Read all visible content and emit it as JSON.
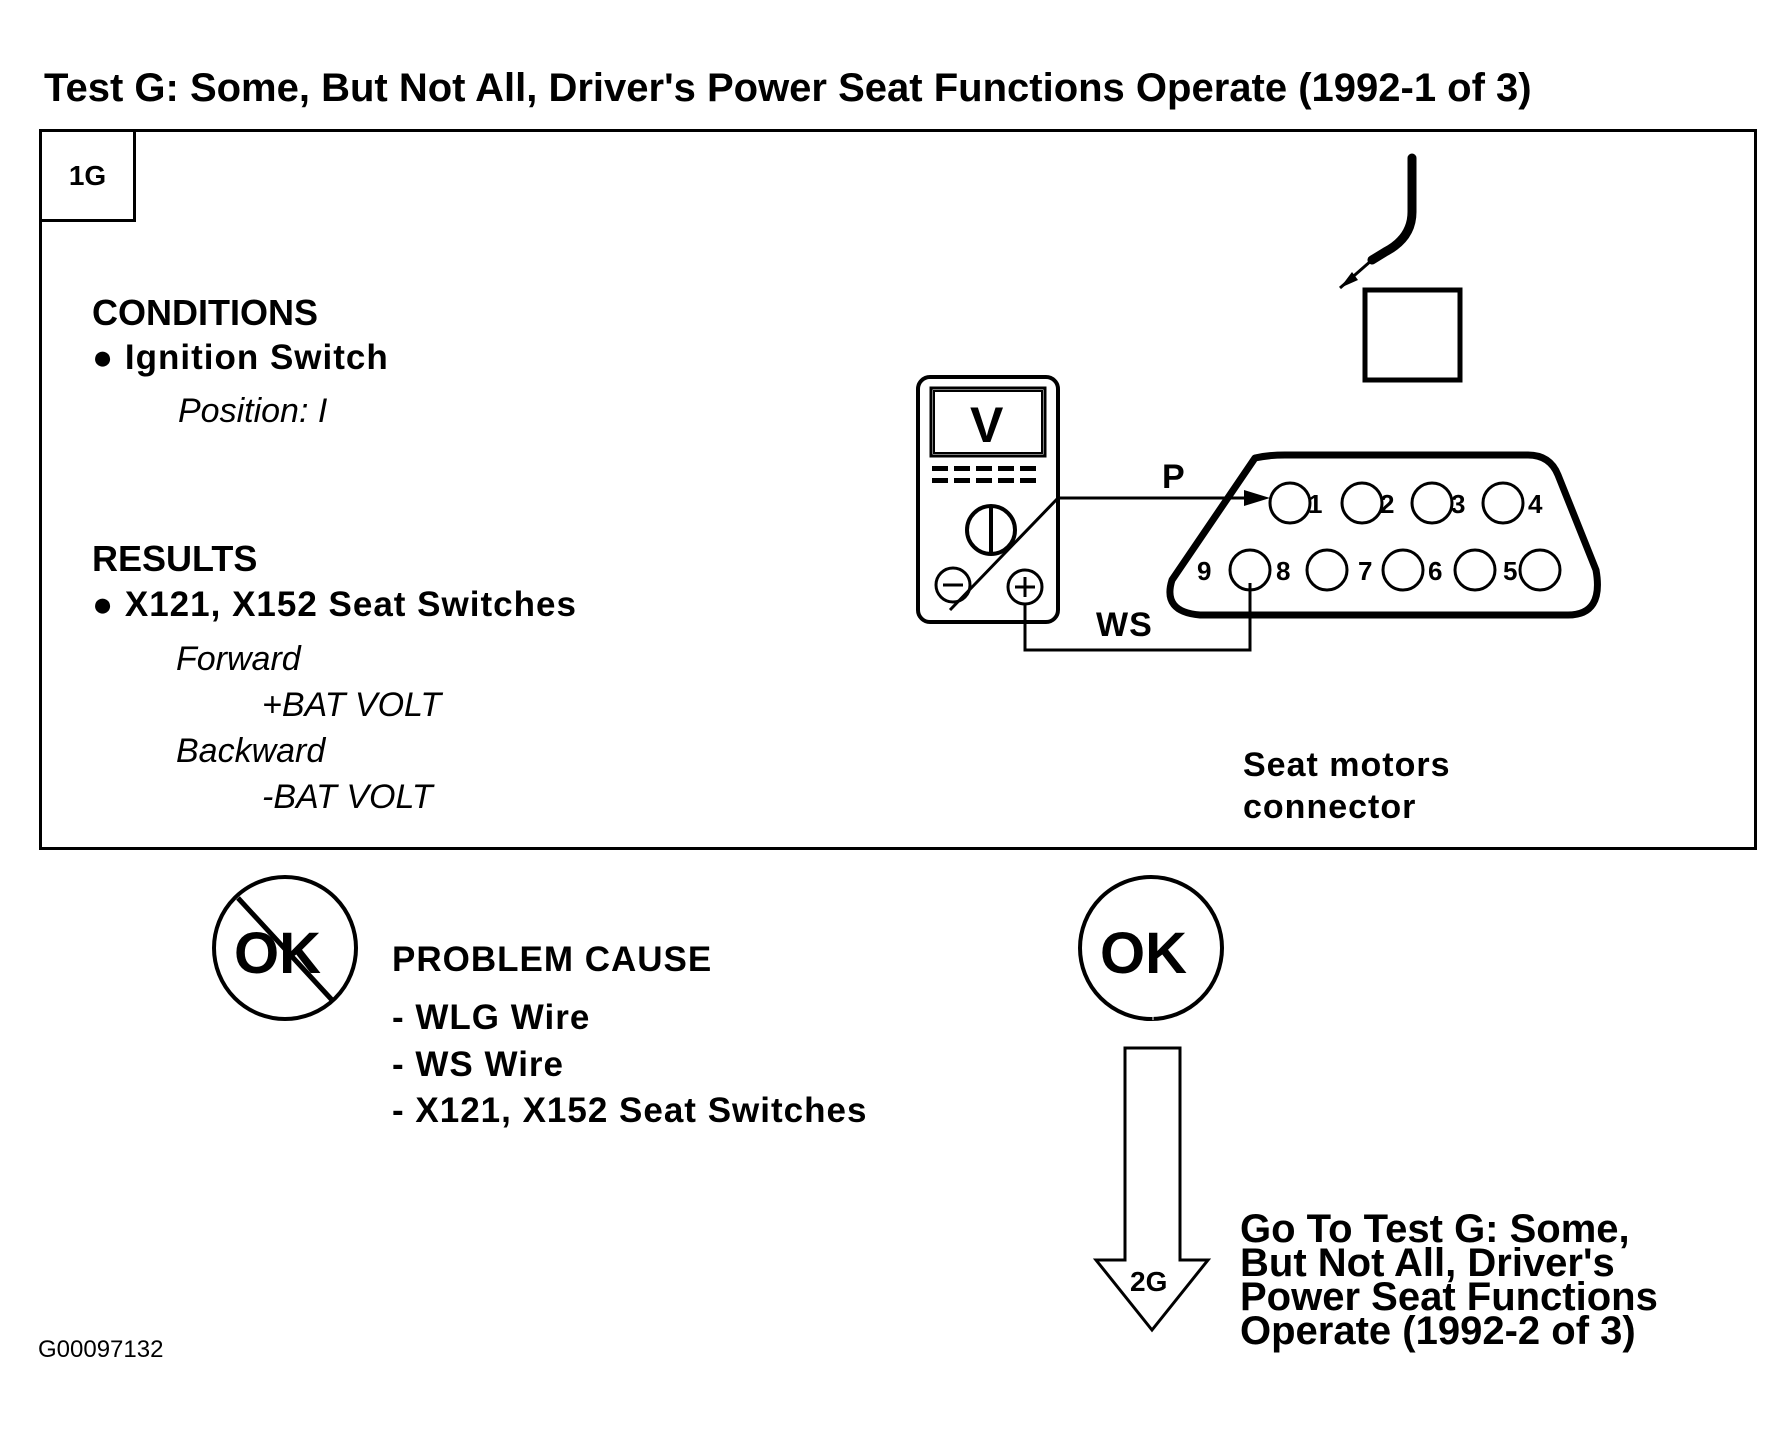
{
  "title": "Test G: Some, But Not All, Driver's Power Seat Functions Operate (1992-1 of 3)",
  "step_id": "1G",
  "conditions": {
    "heading": "CONDITIONS",
    "item": "Ignition Switch",
    "detail": "Position: I"
  },
  "results": {
    "heading": "RESULTS",
    "item": "X121, X152 Seat Switches",
    "forward_label": "Forward",
    "forward_value": "+BAT VOLT",
    "backward_label": "Backward",
    "backward_value": "-BAT VOLT"
  },
  "meter": {
    "mode": "V"
  },
  "wires": {
    "probe_label": "P",
    "ws_label": "WS"
  },
  "connector": {
    "label_line1": "Seat motors",
    "label_line2": "connector",
    "pins_top": [
      "1",
      "2",
      "3",
      "4"
    ],
    "pins_bottom": [
      "9",
      "8",
      "7",
      "6",
      "5"
    ]
  },
  "not_ok": {
    "badge": "OK",
    "heading": "PROBLEM CAUSE",
    "causes": [
      "- WLG Wire",
      "- WS Wire",
      "- X121, X152 Seat Switches"
    ]
  },
  "ok": {
    "badge": "OK",
    "next_step": "2G",
    "goto_lines": [
      "Go To Test G: Some,",
      "But Not All, Driver's",
      "Power Seat Functions",
      "Operate (1992-2 of 3)"
    ]
  },
  "figure_id": "G00097132"
}
